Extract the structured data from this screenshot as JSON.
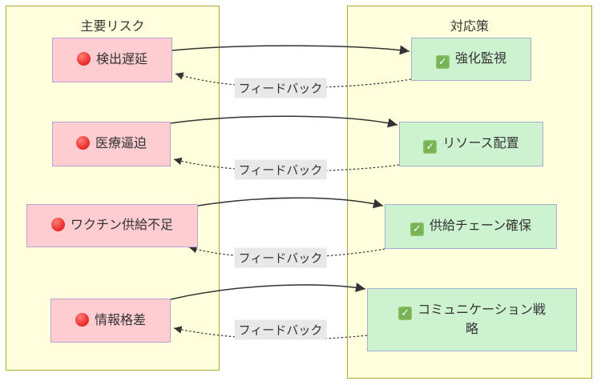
{
  "diagram": {
    "type": "flowchart-lr",
    "groups": {
      "risks": {
        "title": "主要リスク"
      },
      "measures": {
        "title": "対応策"
      }
    },
    "risks": [
      {
        "label": "検出遅延"
      },
      {
        "label": "医療逼迫"
      },
      {
        "label": "ワクチン供給不足"
      },
      {
        "label": "情報格差"
      }
    ],
    "measures": [
      {
        "label": "強化監視"
      },
      {
        "label": "リソース配置"
      },
      {
        "label": "供給チェーン確保"
      },
      {
        "label": "コミュニケーション戦略"
      }
    ],
    "edges": {
      "forward": "risk → measure (solid arrow)",
      "feedback_labels": [
        "フィードバック",
        "フィードバック",
        "フィードバック",
        "フィードバック"
      ]
    },
    "icons": {
      "risk": "red-circle-icon",
      "measure": "check-mark-icon"
    },
    "colors": {
      "group_fill": "#ffffde",
      "group_border": "#aaaa33",
      "risk_fill": "#fdcdd2",
      "risk_border": "#b6a6d5",
      "measure_fill": "#ccf2cf",
      "measure_border": "#a6b0cf",
      "edge": "#333333",
      "edge_label_bg": "#e8e8e8",
      "check_green": "#77b255",
      "dot_red": "#ee3232"
    }
  }
}
